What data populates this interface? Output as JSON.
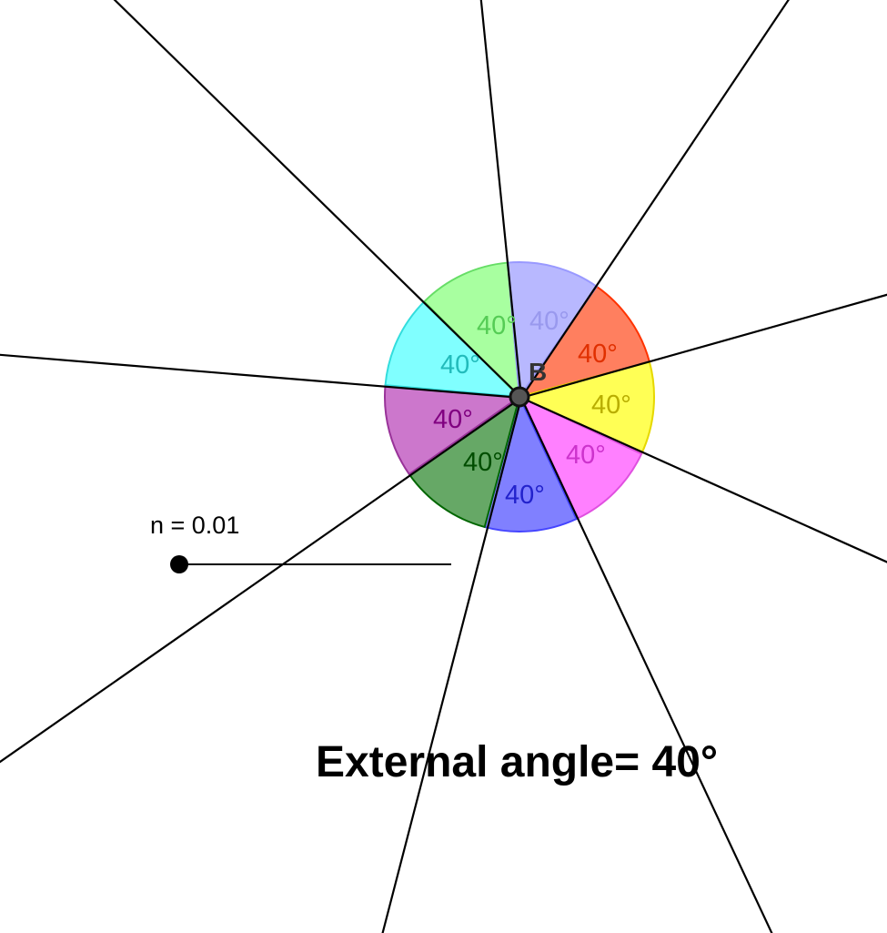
{
  "title": "External angle= 40°",
  "slider": {
    "label": "n = 0.01"
  },
  "vertex_label": "B",
  "sectors": [
    {
      "label": "40°",
      "fill": "#ff7f5f",
      "stroke": "#ff3300",
      "text": "#e03000"
    },
    {
      "label": "40°",
      "fill": "#ffff55",
      "stroke": "#e6d800",
      "text": "#b8ad00"
    },
    {
      "label": "40°",
      "fill": "#ff80ff",
      "stroke": "#e050e0",
      "text": "#cc33cc"
    },
    {
      "label": "40°",
      "fill": "#8080ff",
      "stroke": "#4444ff",
      "text": "#2222cc"
    },
    {
      "label": "40°",
      "fill": "#66a866",
      "stroke": "#006600",
      "text": "#004d00"
    },
    {
      "label": "40°",
      "fill": "#cc77cc",
      "stroke": "#993399",
      "text": "#800080"
    },
    {
      "label": "40°",
      "fill": "#80ffff",
      "stroke": "#33dddd",
      "text": "#22bbbb"
    },
    {
      "label": "40°",
      "fill": "#a8ffa0",
      "stroke": "#66dd66",
      "text": "#55cc55"
    },
    {
      "label": "40°",
      "fill": "#b8b8ff",
      "stroke": "#9999ff",
      "text": "#9999ee"
    }
  ]
}
